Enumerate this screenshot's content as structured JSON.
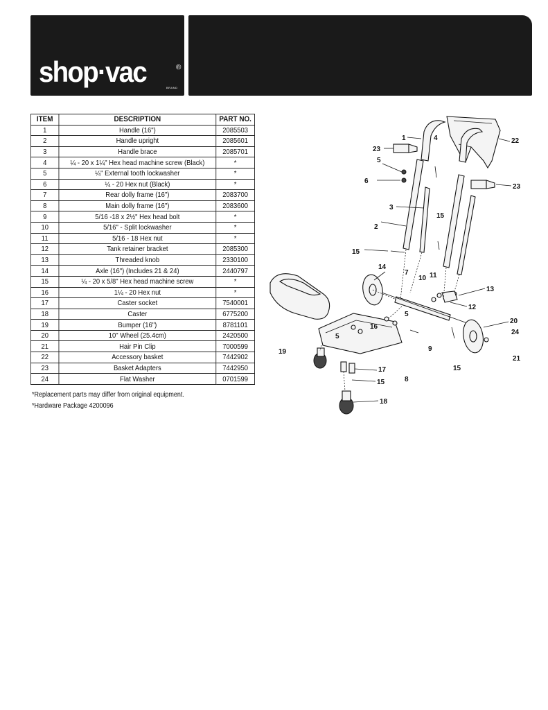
{
  "brand": {
    "logo": "shop·vac",
    "registered": "®",
    "brand_mark": "BRAND"
  },
  "table": {
    "headers": {
      "item": "ITEM",
      "description": "DESCRIPTION",
      "part_no": "PART NO."
    },
    "rows": [
      {
        "item": "1",
        "description": "Handle (16\")",
        "part_no": "2085503"
      },
      {
        "item": "2",
        "description": "Handle upright",
        "part_no": "2085601"
      },
      {
        "item": "3",
        "description": "Handle brace",
        "part_no": "2085701"
      },
      {
        "item": "4",
        "description": "¼ - 20 x 1¼\" Hex head machine screw (Black)",
        "part_no": "*"
      },
      {
        "item": "5",
        "description": "¼\" External tooth lockwasher",
        "part_no": "*"
      },
      {
        "item": "6",
        "description": "¼ - 20 Hex nut (Black)",
        "part_no": "*"
      },
      {
        "item": "7",
        "description": "Rear dolly frame (16\")",
        "part_no": "2083700"
      },
      {
        "item": "8",
        "description": "Main dolly frame  (16\")",
        "part_no": "2083600"
      },
      {
        "item": "9",
        "description": "5/16 -18 x 2½\" Hex head bolt",
        "part_no": "*"
      },
      {
        "item": "10",
        "description": "5/16\" - Split lockwasher",
        "part_no": "*"
      },
      {
        "item": "11",
        "description": "5/16 - 18 Hex nut",
        "part_no": "*"
      },
      {
        "item": "12",
        "description": "Tank retainer bracket",
        "part_no": "2085300"
      },
      {
        "item": "13",
        "description": "Threaded knob",
        "part_no": "2330100"
      },
      {
        "item": "14",
        "description": "Axle  (16\") (Includes 21 & 24)",
        "part_no": "2440797"
      },
      {
        "item": "15",
        "description": "¼ - 20 x 5/8\" Hex head machine screw",
        "part_no": "*"
      },
      {
        "item": "16",
        "description": "1¼ - 20 Hex nut",
        "part_no": "*"
      },
      {
        "item": "17",
        "description": "Caster socket",
        "part_no": "7540001"
      },
      {
        "item": "18",
        "description": "Caster",
        "part_no": "6775200"
      },
      {
        "item": "19",
        "description": "Bumper (16\")",
        "part_no": "8781101"
      },
      {
        "item": "20",
        "description": "10\" Wheel (25.4cm)",
        "part_no": "2420500"
      },
      {
        "item": "21",
        "description": "Hair Pin Clip",
        "part_no": "7000599"
      },
      {
        "item": "22",
        "description": "Accessory basket",
        "part_no": "7442902"
      },
      {
        "item": "23",
        "description": "Basket Adapters",
        "part_no": "7442950"
      },
      {
        "item": "24",
        "description": "Flat Washer",
        "part_no": "0701599"
      }
    ]
  },
  "notes": {
    "replacement": "*Replacement parts may differ from original equipment.",
    "hardware": "*Hardware Package 4200096"
  },
  "diagram": {
    "callouts": {
      "c1": "1",
      "c2": "2",
      "c3": "3",
      "c4": "4",
      "c5a": "5",
      "c5b": "5",
      "c5c": "5",
      "c6": "6",
      "c7": "7",
      "c8": "8",
      "c9": "9",
      "c10": "10",
      "c11": "11",
      "c12": "12",
      "c13": "13",
      "c14": "14",
      "c15a": "15",
      "c15b": "15",
      "c15c": "15",
      "c15d": "15",
      "c16": "16",
      "c17": "17",
      "c18": "18",
      "c19": "19",
      "c20": "20",
      "c21": "21",
      "c22": "22",
      "c23a": "23",
      "c23b": "23",
      "c24": "24"
    }
  }
}
